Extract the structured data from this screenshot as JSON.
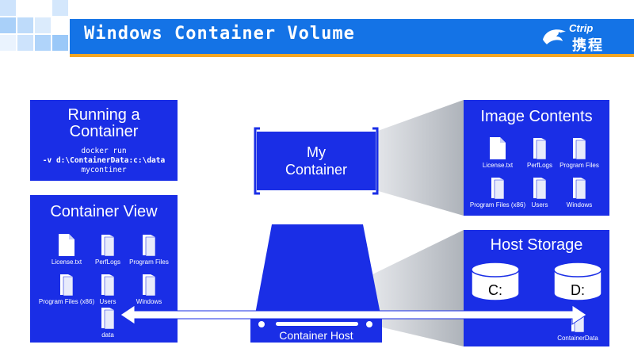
{
  "header": {
    "title": "Windows Container Volume"
  },
  "logo": {
    "brand_en": "Ctrip",
    "brand_cn": "携程",
    "icon": "dolphin-logo"
  },
  "running_panel": {
    "title_line1": "Running a",
    "title_line2": "Container",
    "cmd_line1": "docker run",
    "cmd_line2": "-v d:\\ContainerData:c:\\data",
    "cmd_line3": "mycontiner"
  },
  "container_view": {
    "title": "Container View",
    "files": [
      "License.txt",
      "PerfLogs",
      "Program Files",
      "Program Files (x86)",
      "Users",
      "Windows",
      "data"
    ]
  },
  "my_container": {
    "line1": "My",
    "line2": "Container"
  },
  "image_contents": {
    "title": "Image Contents",
    "files": [
      "License.txt",
      "PerfLogs",
      "Program Files",
      "Program Files (x86)",
      "Users",
      "Windows"
    ]
  },
  "host_storage": {
    "title": "Host Storage",
    "drive_c": "C:",
    "drive_d": "D:",
    "folder": "ContainerData"
  },
  "host": {
    "label": "Container Host"
  },
  "colors": {
    "panel": "#1a2ee6",
    "header": "#1473e6",
    "accent": "#f5a623",
    "projection": "#c7cbd1"
  }
}
